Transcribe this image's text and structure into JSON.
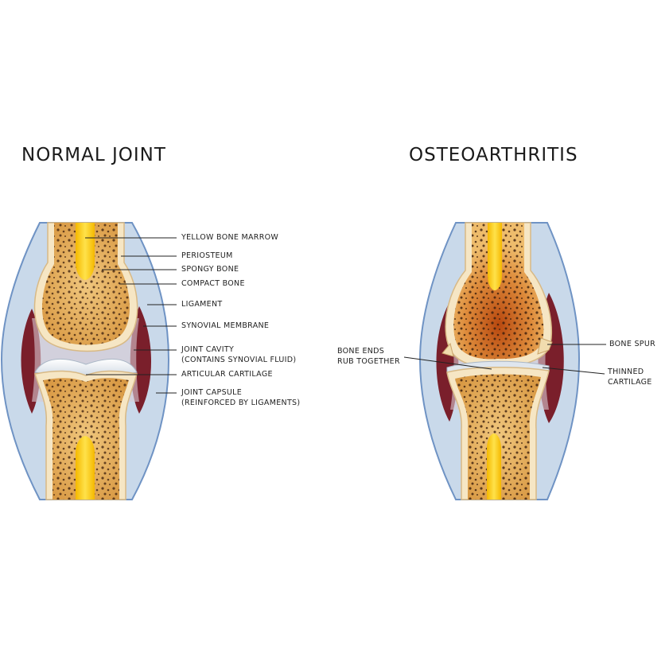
{
  "titles": {
    "normal": "NORMAL JOINT",
    "oa": "OSTEOARTHRITIS"
  },
  "normal_labels": {
    "yellow_bone_marrow": "YELLOW BONE MARROW",
    "periosteum": "PERIOSTEUM",
    "spongy_bone": "SPONGY BONE",
    "compact_bone": "COMPACT BONE",
    "ligament": "LIGAMENT",
    "synovial_membrane": "SYNOVIAL MEMBRANE",
    "joint_cavity_1": "JOINT CAVITY",
    "joint_cavity_2": "(CONTAINS SYNOVIAL FLUID)",
    "articular_cartilage": "ARTICULAR CARTILAGE",
    "joint_capsule_1": "JOINT CAPSULE",
    "joint_capsule_2": "(REINFORCED BY LIGAMENTS)"
  },
  "oa_labels": {
    "bone_ends_1": "BONE ENDS",
    "bone_ends_2": "RUB TOGETHER",
    "bone_spur": "BONE SPUR",
    "thinned_1": "THINNED",
    "thinned_2": "CARTILAGE"
  },
  "colors": {
    "capsule": "#c9d9ea",
    "capsule_edge": "#6f93c4",
    "synovial": "#7a1f2b",
    "compact_bone": "#f6e6c4",
    "spongy_bone": "#e9b76c",
    "marrow": "#f7c500",
    "cartilage": "#dfe6ee",
    "pores": "#3a1d0c"
  }
}
